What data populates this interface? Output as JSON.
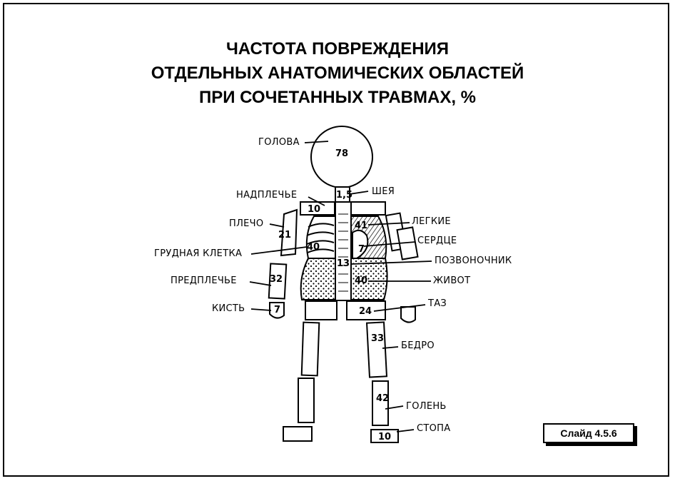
{
  "title": {
    "line1": "ЧАСТОТА ПОВРЕЖДЕНИЯ",
    "line2": "ОТДЕЛЬНЫХ АНАТОМИЧЕСКИХ ОБЛАСТЕЙ",
    "line3": "ПРИ СОЧЕТАННЫХ ТРАВМАХ, %"
  },
  "regions": {
    "head": {
      "label": "ГОЛОВА",
      "value": "78"
    },
    "neck": {
      "label": "ШЕЯ",
      "value": "1,5"
    },
    "supra": {
      "label": "НАДПЛЕЧЬЕ",
      "value": "10"
    },
    "shoulder": {
      "label": "ПЛЕЧО",
      "value": "21"
    },
    "lungs": {
      "label": "ЛЕГКИЕ",
      "value": "41"
    },
    "heart": {
      "label": "СЕРДЦЕ",
      "value": "7"
    },
    "chest": {
      "label": "ГРУДНАЯ КЛЕТКА",
      "value": "40"
    },
    "spine": {
      "label": "ПОЗВОНОЧНИК",
      "value": "13"
    },
    "forearm": {
      "label": "ПРЕДПЛЕЧЬЕ",
      "value": "32"
    },
    "abdomen": {
      "label": "ЖИВОТ",
      "value": "40"
    },
    "hand": {
      "label": "КИСТЬ",
      "value": "7"
    },
    "pelvis": {
      "label": "ТАЗ",
      "value": "24"
    },
    "thigh": {
      "label": "БЕДРО",
      "value": "33"
    },
    "shin": {
      "label": "ГОЛЕНЬ",
      "value": "42"
    },
    "foot": {
      "label": "СТОПА",
      "value": "10"
    }
  },
  "slide_label": "Слайд 4.5.6"
}
